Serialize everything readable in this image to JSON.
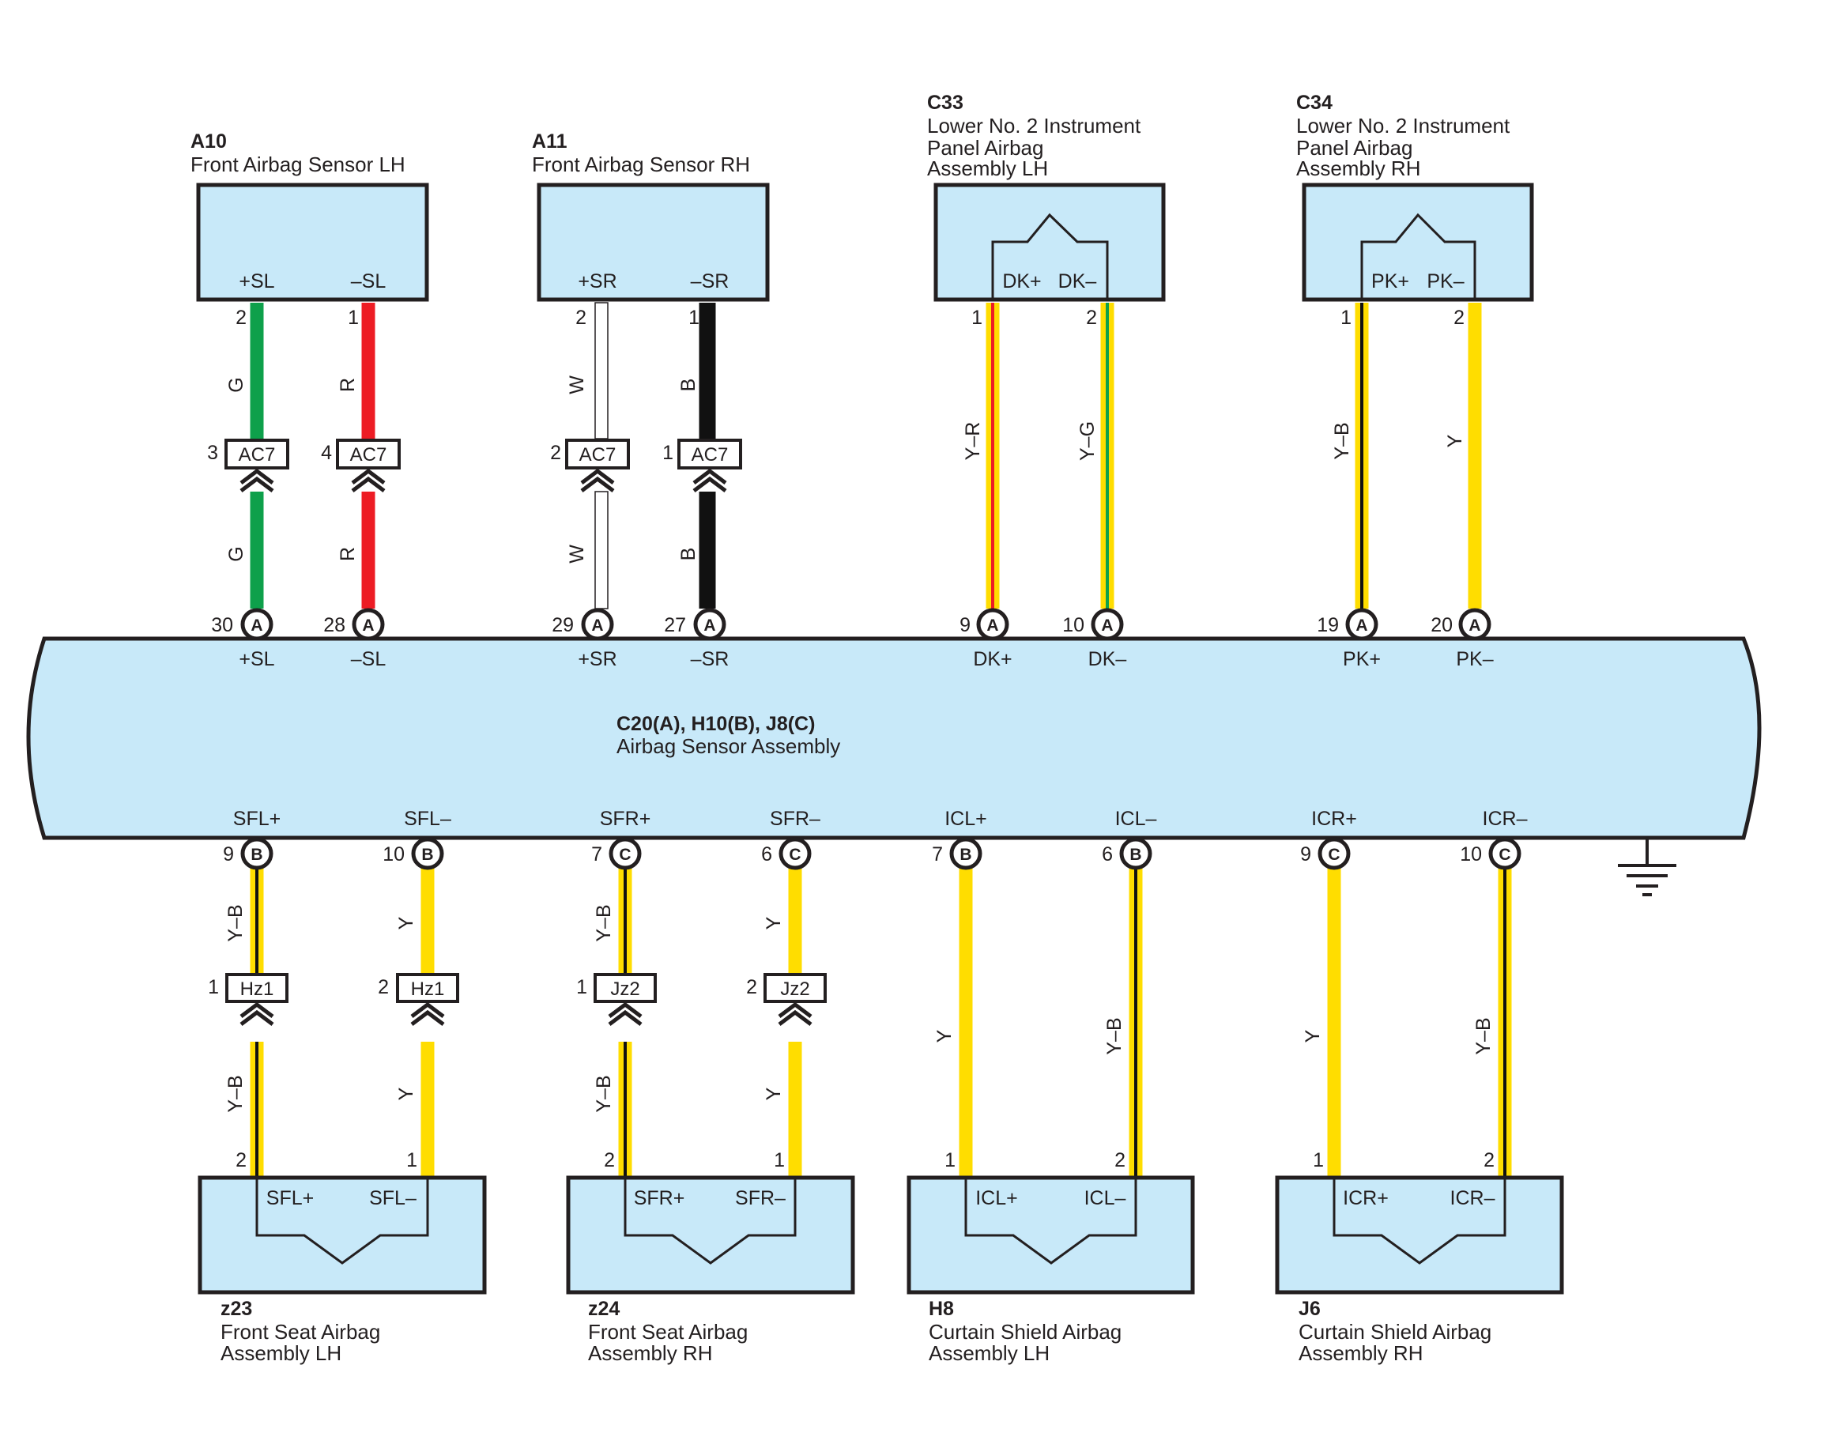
{
  "colors": {
    "G": "#0ea04b",
    "R": "#ed1c24",
    "W": "#ffffff",
    "B": "#111111",
    "Y": "#ffdd00",
    "box_fill": "#c8e9f9",
    "outline": "#231f20"
  },
  "main_ecu": {
    "codes": "C20(A), H10(B), J8(C)",
    "name": "Airbag Sensor Assembly",
    "ground_icon": "ground-icon"
  },
  "top_components": [
    {
      "id": "a10",
      "code": "A10",
      "name_lines": [
        "Front Airbag Sensor LH"
      ],
      "terminals": [
        "+SL",
        "–SL"
      ]
    },
    {
      "id": "a11",
      "code": "A11",
      "name_lines": [
        "Front Airbag Sensor RH"
      ],
      "terminals": [
        "+SR",
        "–SR"
      ]
    },
    {
      "id": "c33",
      "code": "C33",
      "name_lines": [
        "Lower No.  2 Instrument",
        "Panel Airbag",
        "Assembly LH"
      ],
      "terminals": [
        "DK+",
        "DK–"
      ]
    },
    {
      "id": "c34",
      "code": "C34",
      "name_lines": [
        "Lower No.  2 Instrument",
        "Panel Airbag",
        "Assembly RH"
      ],
      "terminals": [
        "PK+",
        "PK–"
      ]
    }
  ],
  "bottom_components": [
    {
      "id": "z23",
      "code": "z23",
      "name_lines": [
        "Front Seat Airbag",
        "Assembly LH"
      ],
      "terminals": [
        "SFL+",
        "SFL–"
      ]
    },
    {
      "id": "z24",
      "code": "z24",
      "name_lines": [
        "Front Seat Airbag",
        "Assembly RH"
      ],
      "terminals": [
        "SFR+",
        "SFR–"
      ]
    },
    {
      "id": "h8",
      "code": "H8",
      "name_lines": [
        "Curtain Shield Airbag",
        "Assembly LH"
      ],
      "terminals": [
        "ICL+",
        "ICL–"
      ]
    },
    {
      "id": "j6",
      "code": "J6",
      "name_lines": [
        "Curtain Shield Airbag",
        "Assembly RH"
      ],
      "terminals": [
        "ICR+",
        "ICR–"
      ]
    }
  ],
  "top_wires": [
    {
      "comp_pin": "2",
      "color": "G",
      "wire_label_upper": "G",
      "connector": {
        "pin": "3",
        "name": "AC7"
      },
      "wire_label_lower": "G",
      "ecu_pin": "30",
      "ecu_connector": "A",
      "ecu_terminal": "+SL"
    },
    {
      "comp_pin": "1",
      "color": "R",
      "wire_label_upper": "R",
      "connector": {
        "pin": "4",
        "name": "AC7"
      },
      "wire_label_lower": "R",
      "ecu_pin": "28",
      "ecu_connector": "A",
      "ecu_terminal": "–SL"
    },
    {
      "comp_pin": "2",
      "color": "W",
      "wire_label_upper": "W",
      "connector": {
        "pin": "2",
        "name": "AC7"
      },
      "wire_label_lower": "W",
      "ecu_pin": "29",
      "ecu_connector": "A",
      "ecu_terminal": "+SR"
    },
    {
      "comp_pin": "1",
      "color": "B",
      "wire_label_upper": "B",
      "connector": {
        "pin": "1",
        "name": "AC7"
      },
      "wire_label_lower": "B",
      "ecu_pin": "27",
      "ecu_connector": "A",
      "ecu_terminal": "–SR"
    },
    {
      "comp_pin": "1",
      "color": "Y-R",
      "wire_label": "Y–R",
      "ecu_pin": "9",
      "ecu_connector": "A",
      "ecu_terminal": "DK+"
    },
    {
      "comp_pin": "2",
      "color": "Y-G",
      "wire_label": "Y–G",
      "ecu_pin": "10",
      "ecu_connector": "A",
      "ecu_terminal": "DK–"
    },
    {
      "comp_pin": "1",
      "color": "Y-B",
      "wire_label": "Y–B",
      "ecu_pin": "19",
      "ecu_connector": "A",
      "ecu_terminal": "PK+"
    },
    {
      "comp_pin": "2",
      "color": "Y",
      "wire_label": "Y",
      "ecu_pin": "20",
      "ecu_connector": "A",
      "ecu_terminal": "PK–"
    }
  ],
  "bottom_wires": [
    {
      "ecu_terminal": "SFL+",
      "ecu_pin": "9",
      "ecu_connector": "B",
      "color": "Y-B",
      "wire_label_upper": "Y–B",
      "connector": {
        "pin": "1",
        "name": "Hz1"
      },
      "wire_label_lower": "Y–B",
      "comp_pin": "2"
    },
    {
      "ecu_terminal": "SFL–",
      "ecu_pin": "10",
      "ecu_connector": "B",
      "color": "Y",
      "wire_label_upper": "Y",
      "connector": {
        "pin": "2",
        "name": "Hz1"
      },
      "wire_label_lower": "Y",
      "comp_pin": "1"
    },
    {
      "ecu_terminal": "SFR+",
      "ecu_pin": "7",
      "ecu_connector": "C",
      "color": "Y-B",
      "wire_label_upper": "Y–B",
      "connector": {
        "pin": "1",
        "name": "Jz2"
      },
      "wire_label_lower": "Y–B",
      "comp_pin": "2"
    },
    {
      "ecu_terminal": "SFR–",
      "ecu_pin": "6",
      "ecu_connector": "C",
      "color": "Y",
      "wire_label_upper": "Y",
      "connector": {
        "pin": "2",
        "name": "Jz2"
      },
      "wire_label_lower": "Y",
      "comp_pin": "1"
    },
    {
      "ecu_terminal": "ICL+",
      "ecu_pin": "7",
      "ecu_connector": "B",
      "color": "Y",
      "wire_label": "Y",
      "comp_pin": "1"
    },
    {
      "ecu_terminal": "ICL–",
      "ecu_pin": "6",
      "ecu_connector": "B",
      "color": "Y-B",
      "wire_label": "Y–B",
      "comp_pin": "2"
    },
    {
      "ecu_terminal": "ICR+",
      "ecu_pin": "9",
      "ecu_connector": "C",
      "color": "Y",
      "wire_label": "Y",
      "comp_pin": "1"
    },
    {
      "ecu_terminal": "ICR–",
      "ecu_pin": "10",
      "ecu_connector": "C",
      "color": "Y-B",
      "wire_label": "Y–B",
      "comp_pin": "2"
    }
  ]
}
